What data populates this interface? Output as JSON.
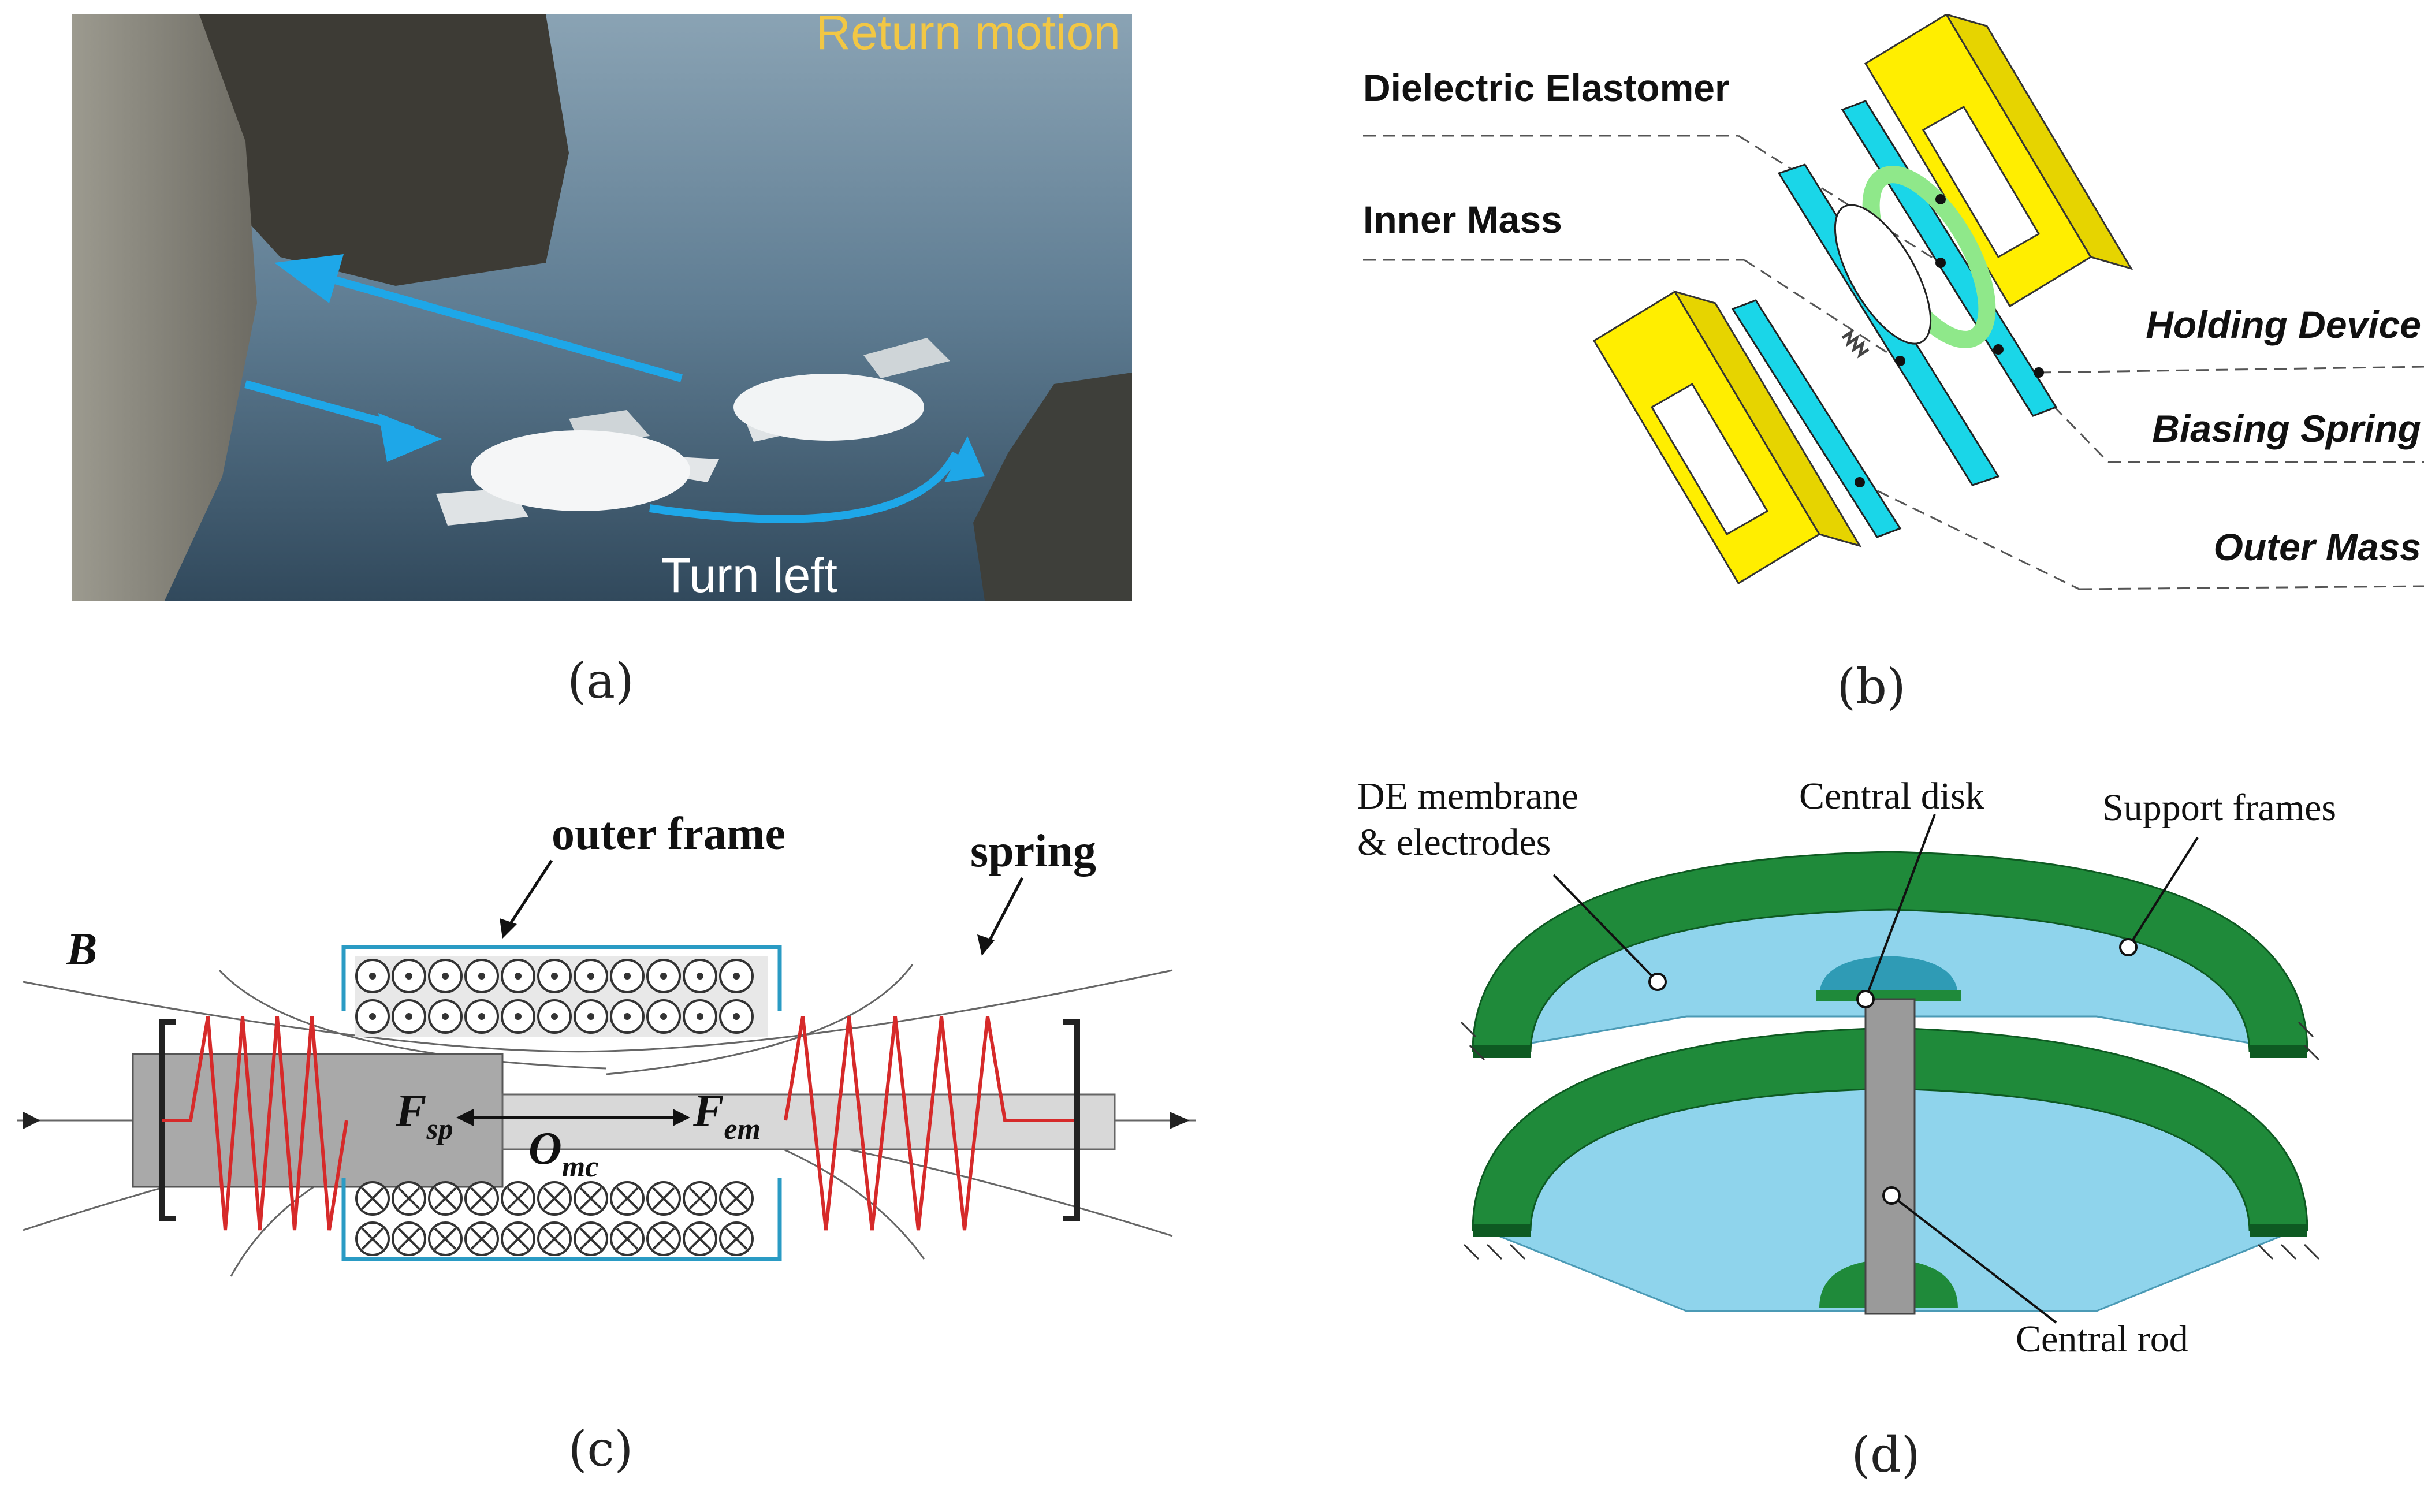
{
  "panel_a": {
    "caption": "(a)",
    "label_return": "Return motion",
    "label_turn": "Turn left",
    "colors": {
      "arrow": "#1ea7e8",
      "label_return": "#f2c744",
      "water": "#6e8aa1"
    }
  },
  "panel_b": {
    "caption": "(b)",
    "labels": {
      "dielectric": "Dielectric Elastomer",
      "inner_mass": "Inner Mass",
      "holding": "Holding Device",
      "biasing": "Biasing Spring",
      "outer_mass": "Outer Mass"
    },
    "colors": {
      "frame": "#ffee00",
      "plate": "#1ad6e8",
      "ring": "#8fe88a"
    }
  },
  "panel_c": {
    "caption": "(c)",
    "labels": {
      "outer_frame": "outer frame",
      "spring": "spring",
      "b": "B",
      "f_sp": "F",
      "f_sp_sub": "sp",
      "f_em": "F",
      "f_em_sub": "em",
      "o_mc": "O",
      "o_mc_sub": "mc"
    },
    "colors": {
      "spring": "#d62a2a",
      "frame": "#2a9bc4"
    }
  },
  "panel_d": {
    "caption": "(d)",
    "labels": {
      "de_membrane_1": "DE membrane",
      "de_membrane_2": "& electrodes",
      "central_disk": "Central disk",
      "support_frames": "Support frames",
      "central_rod": "Central rod"
    },
    "colors": {
      "frame": "#1f8a3a",
      "membrane": "#8fd4ec",
      "rod": "#9a9a9a"
    }
  }
}
